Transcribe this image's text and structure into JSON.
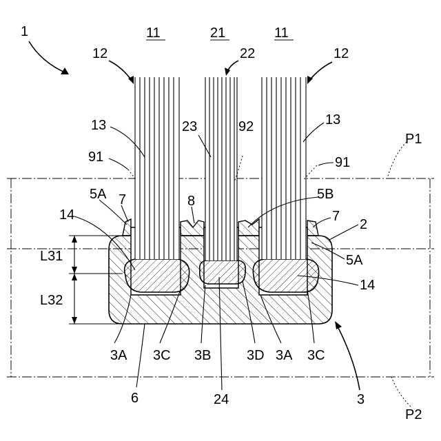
{
  "labels": {
    "l1": "1",
    "l11a": "11",
    "l21": "21",
    "l11b": "11",
    "l12a": "12",
    "l22": "22",
    "l12b": "12",
    "l13a": "13",
    "l23": "23",
    "l92": "92",
    "l13b": "13",
    "l91a": "91",
    "l91b": "91",
    "lP1": "P1",
    "l5Aa": "5A",
    "l7a": "7",
    "l8": "8",
    "l5B": "5B",
    "l14a": "14",
    "l7b": "7",
    "l2": "2",
    "lL31": "L31",
    "l5Ab": "5A",
    "lL32": "L32",
    "l14b": "14",
    "l3Aa": "3A",
    "l3Ca": "3C",
    "l3B": "3B",
    "l3D": "3D",
    "l3Ab": "3A",
    "l3Cb": "3C",
    "l6": "6",
    "l24": "24",
    "l3": "3",
    "lP2": "P2"
  }
}
